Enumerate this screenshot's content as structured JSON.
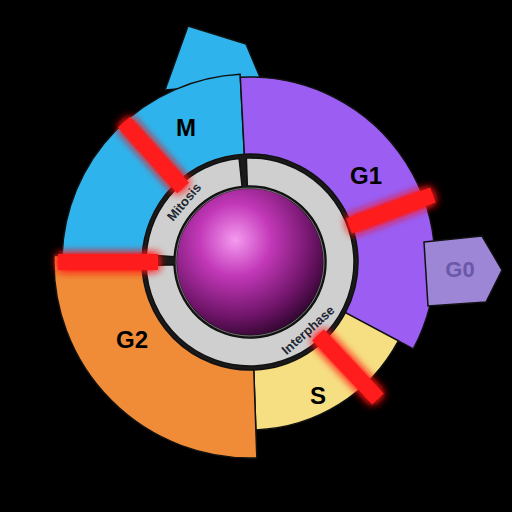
{
  "diagram": {
    "nodes": [
      {
        "text": [
          "M"
        ]
      },
      {
        "text": [
          "G1"
        ]
      },
      {
        "text": [
          "G0"
        ]
      },
      {
        "text": [
          "S"
        ]
      },
      {
        "text": [
          "G2"
        ]
      },
      {
        "text": [
          "Mitosis"
        ]
      },
      {
        "text": [
          "Interphase"
        ]
      }
    ]
  }
}
